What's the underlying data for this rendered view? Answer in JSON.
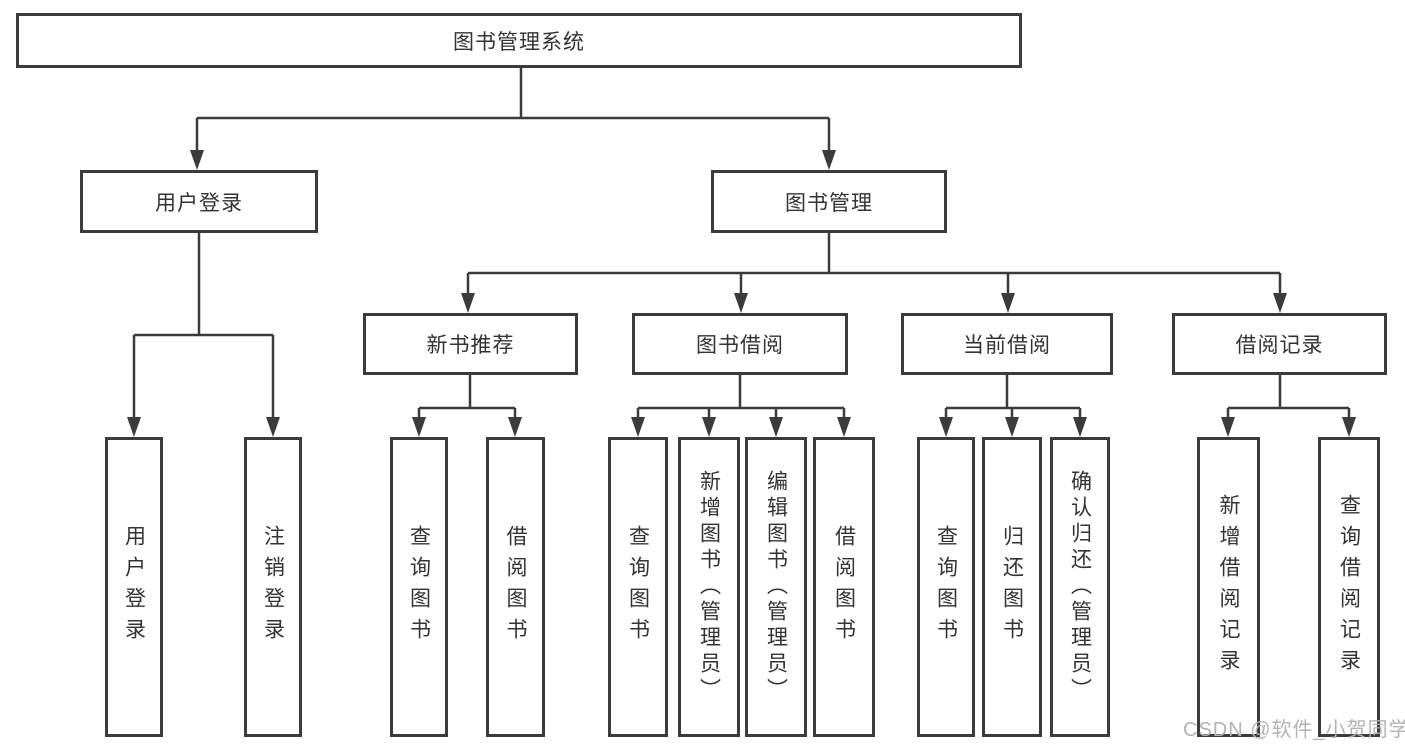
{
  "diagram": {
    "root_label": "图书管理系统",
    "level2": [
      {
        "label": "用户登录"
      },
      {
        "label": "图书管理"
      }
    ],
    "level3": [
      {
        "label": "新书推荐"
      },
      {
        "label": "图书借阅"
      },
      {
        "label": "当前借阅"
      },
      {
        "label": "借阅记录"
      }
    ],
    "leaves": {
      "user_login": [
        {
          "label": "用户登录"
        },
        {
          "label": "注销登录"
        }
      ],
      "new_book_rec": [
        {
          "label": "查询图书"
        },
        {
          "label": "借阅图书"
        }
      ],
      "book_borrow": [
        {
          "label": "查询图书"
        },
        {
          "label": "新增图书（管理员）"
        },
        {
          "label": "编辑图书（管理员）"
        },
        {
          "label": "借阅图书"
        }
      ],
      "current_borrow": [
        {
          "label": "查询图书"
        },
        {
          "label": "归还图书"
        },
        {
          "label": "确认归还（管理员）"
        }
      ],
      "borrow_records": [
        {
          "label": "新增借阅记录"
        },
        {
          "label": "查询借阅记录"
        }
      ]
    }
  },
  "watermark": {
    "text": "CSDN @软件_小贺同学"
  },
  "colors": {
    "line": "#3b3b3b",
    "text": "#333333",
    "background": "#ffffff"
  }
}
